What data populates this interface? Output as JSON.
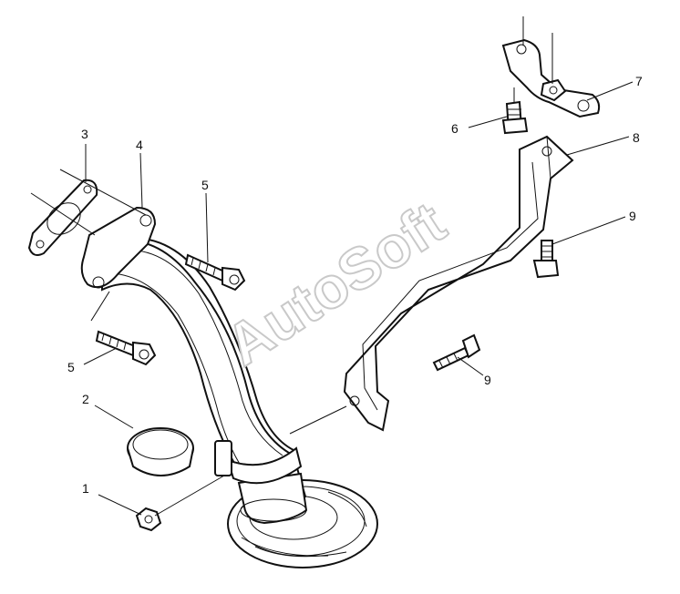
{
  "watermark": "AutoSoft",
  "callouts": [
    {
      "id": "1",
      "text": "1"
    },
    {
      "id": "2",
      "text": "2"
    },
    {
      "id": "3",
      "text": "3"
    },
    {
      "id": "4",
      "text": "4"
    },
    {
      "id": "5a",
      "text": "5"
    },
    {
      "id": "5b",
      "text": "5"
    },
    {
      "id": "6",
      "text": "6"
    },
    {
      "id": "7",
      "text": "7"
    },
    {
      "id": "8",
      "text": "8"
    },
    {
      "id": "9a",
      "text": "9"
    },
    {
      "id": "9b",
      "text": "9"
    }
  ],
  "colors": {
    "ink": "#111111",
    "paper": "#ffffff",
    "watermark_outline": "#c9c9c9"
  }
}
